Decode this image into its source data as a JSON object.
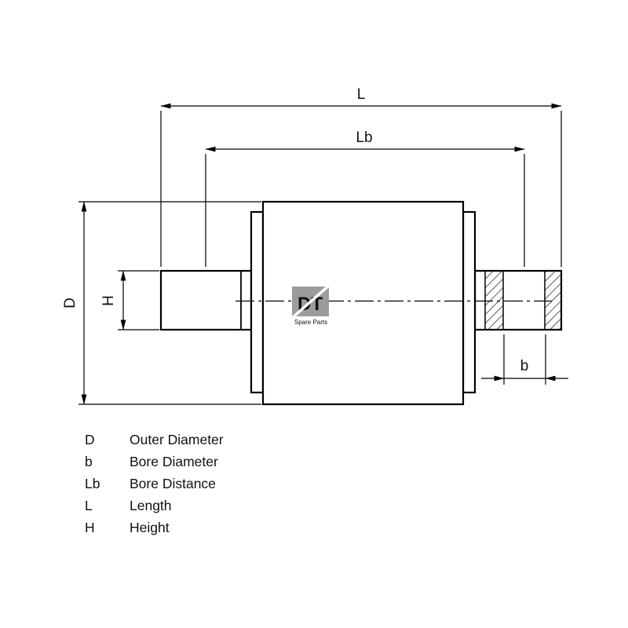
{
  "dims": {
    "L": "L",
    "Lb": "Lb",
    "D": "D",
    "H": "H",
    "b": "b"
  },
  "logo": {
    "text": "DT",
    "subtext": "Spare Parts"
  },
  "legend": {
    "rows": [
      {
        "symbol": "D",
        "label": "Outer Diameter"
      },
      {
        "symbol": "b",
        "label": "Bore Diameter"
      },
      {
        "symbol": "Lb",
        "label": "Bore Distance"
      },
      {
        "symbol": "L",
        "label": "Length"
      },
      {
        "symbol": "H",
        "label": "Height"
      }
    ]
  },
  "colors": {
    "line": "#000000",
    "logo": "#9c9c9c",
    "background": "#ffffff"
  }
}
